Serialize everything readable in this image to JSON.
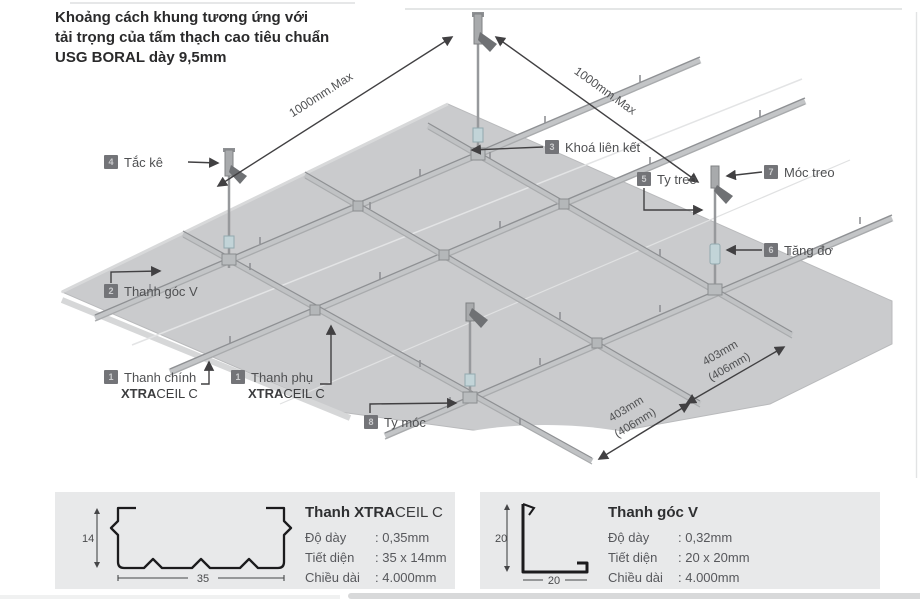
{
  "title": {
    "line1": "Khoảng cách khung tương ứng với",
    "line2": "tải trọng của tấm thạch cao tiêu chuẩn",
    "line3": "USG BORAL dày 9,5mm"
  },
  "callouts": {
    "tac_ke": {
      "num": "4",
      "label": "Tắc kê"
    },
    "thanh_goc_v": {
      "num": "2",
      "label": "Thanh góc V"
    },
    "thanh_chinh": {
      "num": "1",
      "label": "Thanh chính",
      "brand_bold": "XTRA",
      "brand_rest": "CEIL C"
    },
    "thanh_phu": {
      "num": "1",
      "label": "Thanh phụ",
      "brand_bold": "XTRA",
      "brand_rest": "CEIL C"
    },
    "ty_moc": {
      "num": "8",
      "label": "Ty móc"
    },
    "khoa_lien_ket": {
      "num": "3",
      "label": "Khoá liên kết"
    },
    "ty_treo": {
      "num": "5",
      "label": "Ty treo"
    },
    "moc_treo": {
      "num": "7",
      "label": "Móc treo"
    },
    "tang_do": {
      "num": "6",
      "label": "Tăng đơ"
    }
  },
  "dimensions": {
    "span_left": "1000mm.Max",
    "span_right": "1000mm.Max",
    "spacing1_line1": "403mm",
    "spacing1_line2": "(406mm)",
    "spacing2_line1": "403mm",
    "spacing2_line2": "(406mm)"
  },
  "specs": {
    "xtraceil": {
      "title_prefix": "Thanh ",
      "title_bold": "XTRA",
      "title_rest": "CEIL C",
      "profile_height": "14",
      "profile_width": "35",
      "rows": [
        {
          "label": "Độ dày",
          "value": ": 0,35mm"
        },
        {
          "label": "Tiết diện",
          "value": ": 35 x 14mm"
        },
        {
          "label": "Chiều dài",
          "value": ": 4.000mm"
        }
      ]
    },
    "goc_v": {
      "title": "Thanh góc V",
      "profile_height": "20",
      "profile_width": "20",
      "rows": [
        {
          "label": "Độ dày",
          "value": ": 0,32mm"
        },
        {
          "label": "Tiết diện",
          "value": ": 20 x 20mm"
        },
        {
          "label": "Chiều dài",
          "value": ": 4.000mm"
        }
      ]
    }
  },
  "colors": {
    "plane": "#cacbcd",
    "rail": "#c3c5c7",
    "line": "#414042",
    "badge": "#737478",
    "panel": "#e8e9ea",
    "clip_teal": "#c2d4d8"
  }
}
